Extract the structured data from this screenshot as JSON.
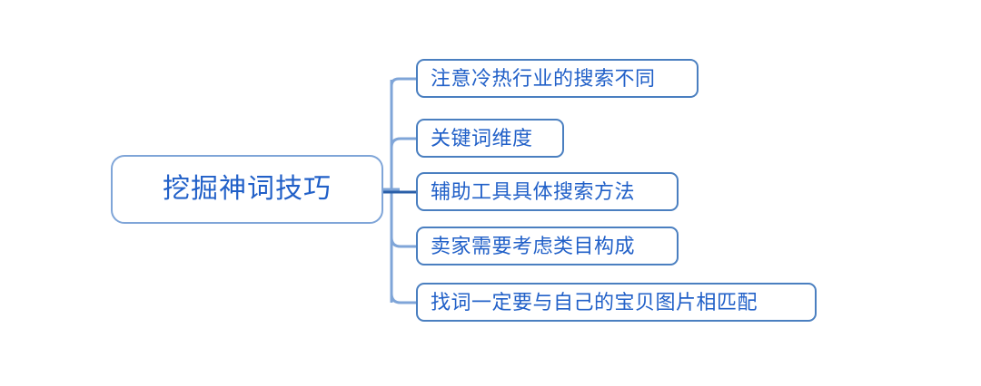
{
  "diagram": {
    "type": "mind-map",
    "orientation": "left-to-right",
    "background_color": "#ffffff",
    "root": {
      "label": "挖掘神词技巧",
      "border_color": "#7FA5D8",
      "text_color": "#2160C8"
    },
    "branch_color": "#7FA5D8",
    "child_border_color": "#4A7FC0",
    "child_text_color": "#2160C8",
    "children": [
      {
        "label": "注意冷热行业的搜索不同"
      },
      {
        "label": "关键词维度"
      },
      {
        "label": "辅助工具具体搜索方法"
      },
      {
        "label": "卖家需要考虑类目构成"
      },
      {
        "label": "找词一定要与自己的宝贝图片相匹配"
      }
    ]
  }
}
